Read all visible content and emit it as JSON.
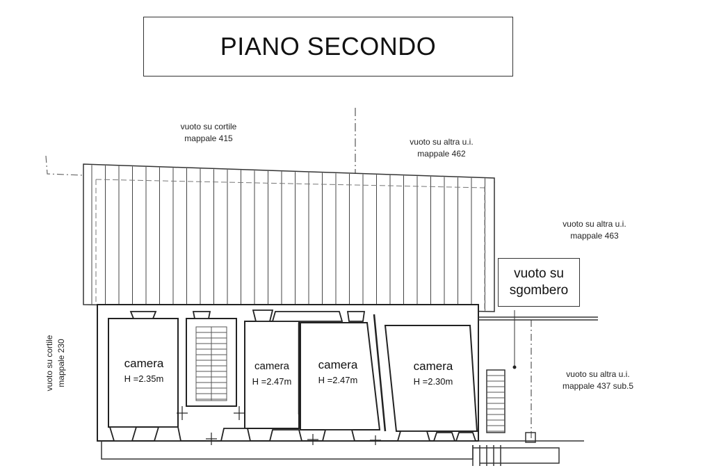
{
  "title": "PIANO SECONDO",
  "labels": {
    "cortile_415": [
      "vuoto su cortile",
      "mappale 415"
    ],
    "altra_462": [
      "vuoto su altra u.i.",
      "mappale 462"
    ],
    "altra_463": [
      "vuoto su altra u.i.",
      "mappale 463"
    ],
    "altra_437": [
      "vuoto su altra u.i.",
      "mappale 437 sub.5"
    ],
    "cortile_230": [
      "vuoto su cortile",
      "mappale 230"
    ]
  },
  "sgombero": [
    "vuoto su",
    "sgombero"
  ],
  "rooms": [
    {
      "name": "camera",
      "height": "H =2.35m"
    },
    {
      "name": "camera",
      "height": "H =2.47m"
    },
    {
      "name": "camera",
      "height": "H =2.47m"
    },
    {
      "name": "camera",
      "height": "H =2.30m"
    }
  ]
}
